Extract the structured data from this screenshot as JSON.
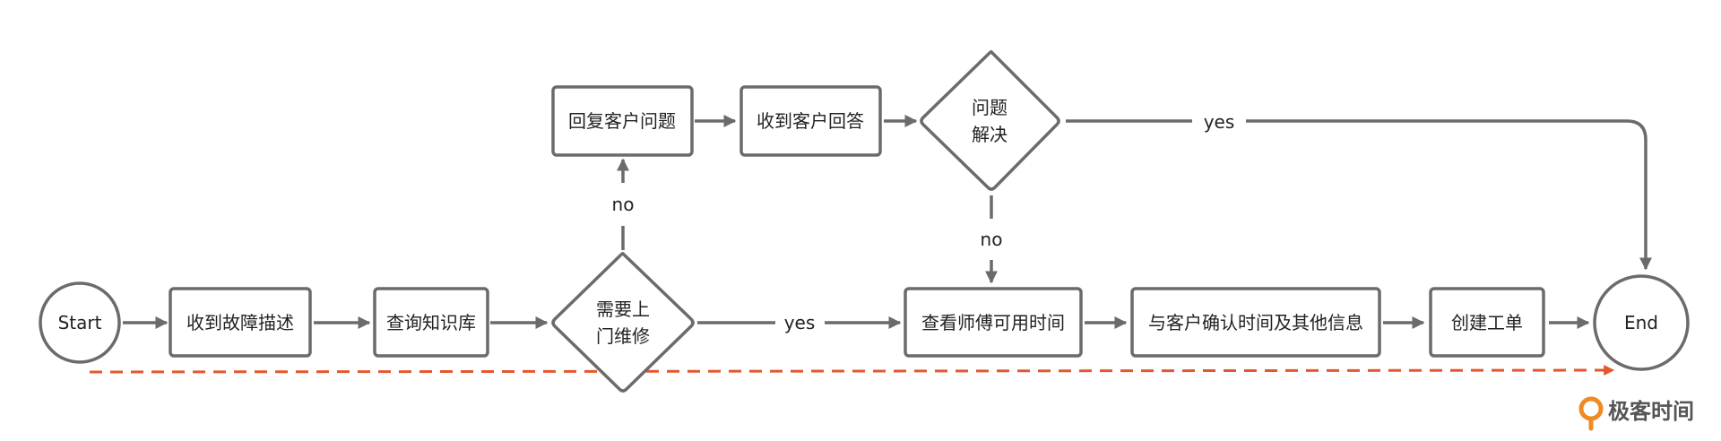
{
  "diagram": {
    "nodes": {
      "start": "Start",
      "receive_fault": "收到故障描述",
      "query_kb": "查询知识库",
      "need_onsite_l1": "需要上",
      "need_onsite_l2": "门维修",
      "reply_customer": "回复客户问题",
      "receive_answer": "收到客户回答",
      "resolved_l1": "问题",
      "resolved_l2": "解决",
      "check_time": "查看师傅可用时间",
      "confirm_customer": "与客户确认时间及其他信息",
      "create_ticket": "创建工单",
      "end": "End"
    },
    "edge_labels": {
      "onsite_no": "no",
      "onsite_yes": "yes",
      "resolved_yes": "yes",
      "resolved_no": "no"
    },
    "colors": {
      "stroke": "#6b6b6b",
      "highlight_path": "#e4572e",
      "brand": "#f08a24"
    },
    "brand": {
      "name": "极客时间",
      "icon": "geektime-logo-icon"
    }
  }
}
